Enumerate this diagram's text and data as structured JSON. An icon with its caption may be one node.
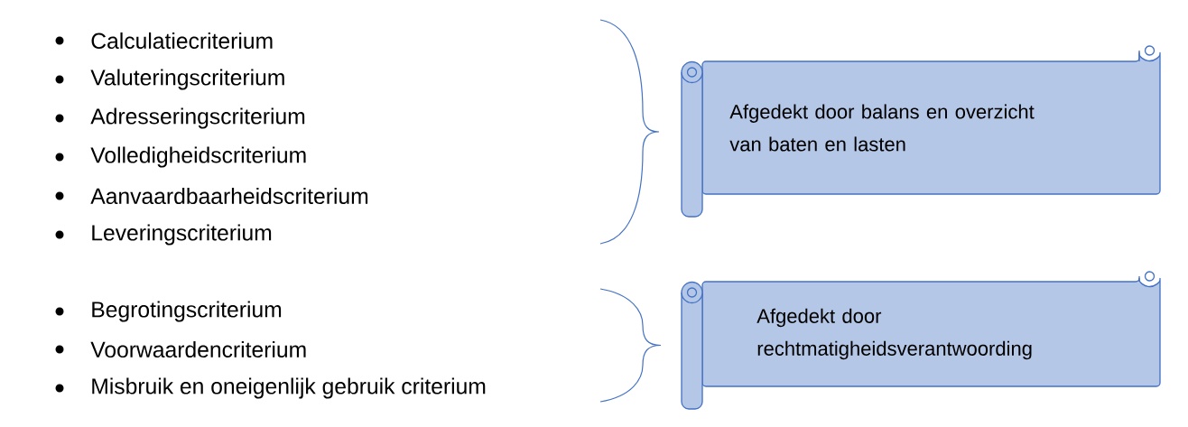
{
  "diagram": {
    "nodes": [
      {
        "text": [
          "Afgedekt door balans en overzicht van baten en lasten"
        ]
      },
      {
        "text": [
          "Afgedekt door rechtmatigheidsverantwoording"
        ]
      }
    ],
    "labels": [
      "Calculatiecriterium",
      "Valuteringscriterium",
      "Adresseringscriterium",
      "Volledigheidscriterium",
      "Aanvaardbaarheidscriterium",
      "Leveringscriterium",
      "Begrotingscriterium",
      "Voorwaardencriterium",
      "Misbruik en oneigenlijk gebruik criterium"
    ]
  }
}
